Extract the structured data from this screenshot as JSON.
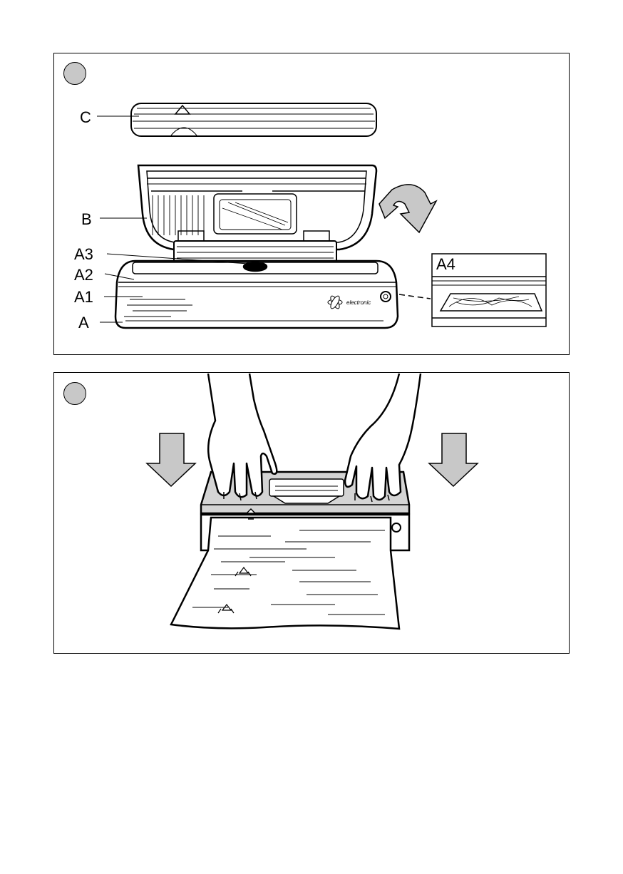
{
  "figure_1": {
    "labels": {
      "c": "C",
      "b": "B",
      "a3": "A3",
      "a2": "A2",
      "a1": "A1",
      "a": "A",
      "a4": "A4"
    },
    "logo_text": "electronic"
  },
  "colors": {
    "line": "#000000",
    "arrow_fill": "#c8c8c8",
    "badge_fill": "#c8c8c8"
  }
}
